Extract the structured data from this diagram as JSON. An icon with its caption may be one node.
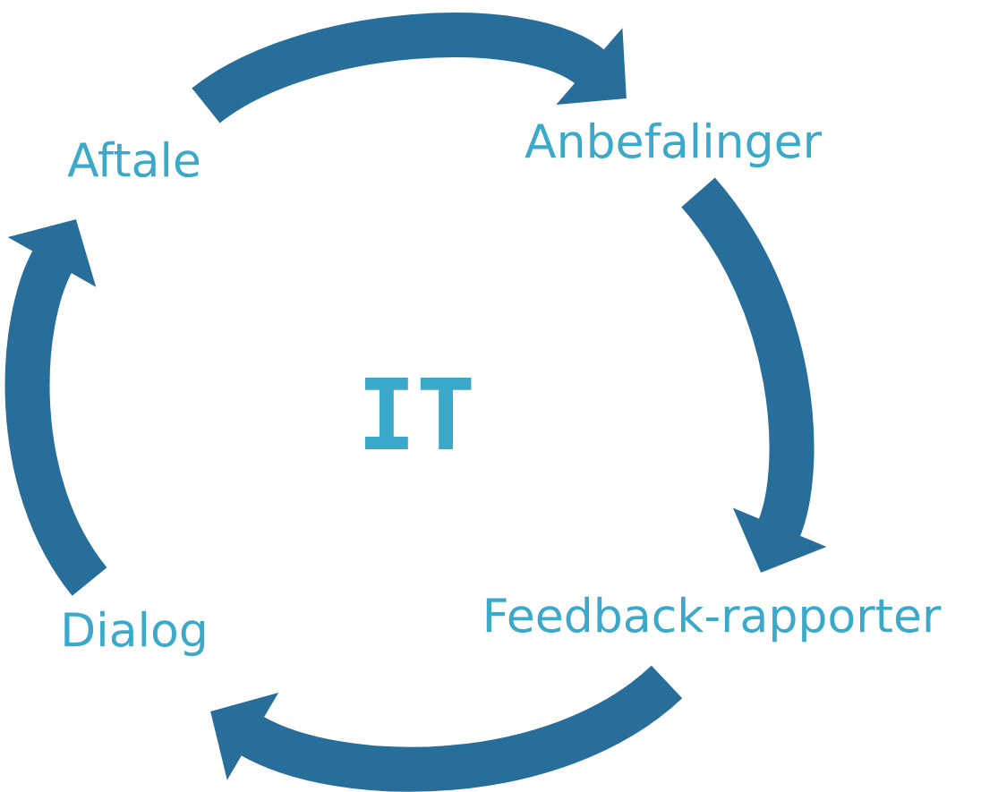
{
  "diagram": {
    "nodes": [
      {
        "text": [
          "Aftale"
        ]
      },
      {
        "text": [
          "Anbefalinger"
        ]
      },
      {
        "text": [
          "Feedback-rapporter"
        ]
      },
      {
        "text": [
          "Dialog"
        ]
      },
      {
        "text": [
          "IT"
        ]
      }
    ],
    "edges": [
      {
        "from": 0,
        "to": 1,
        "arrow": "to"
      },
      {
        "from": 1,
        "to": 2,
        "arrow": "to"
      },
      {
        "from": 2,
        "to": 3,
        "arrow": "to"
      },
      {
        "from": 3,
        "to": 0,
        "arrow": "to"
      }
    ]
  }
}
